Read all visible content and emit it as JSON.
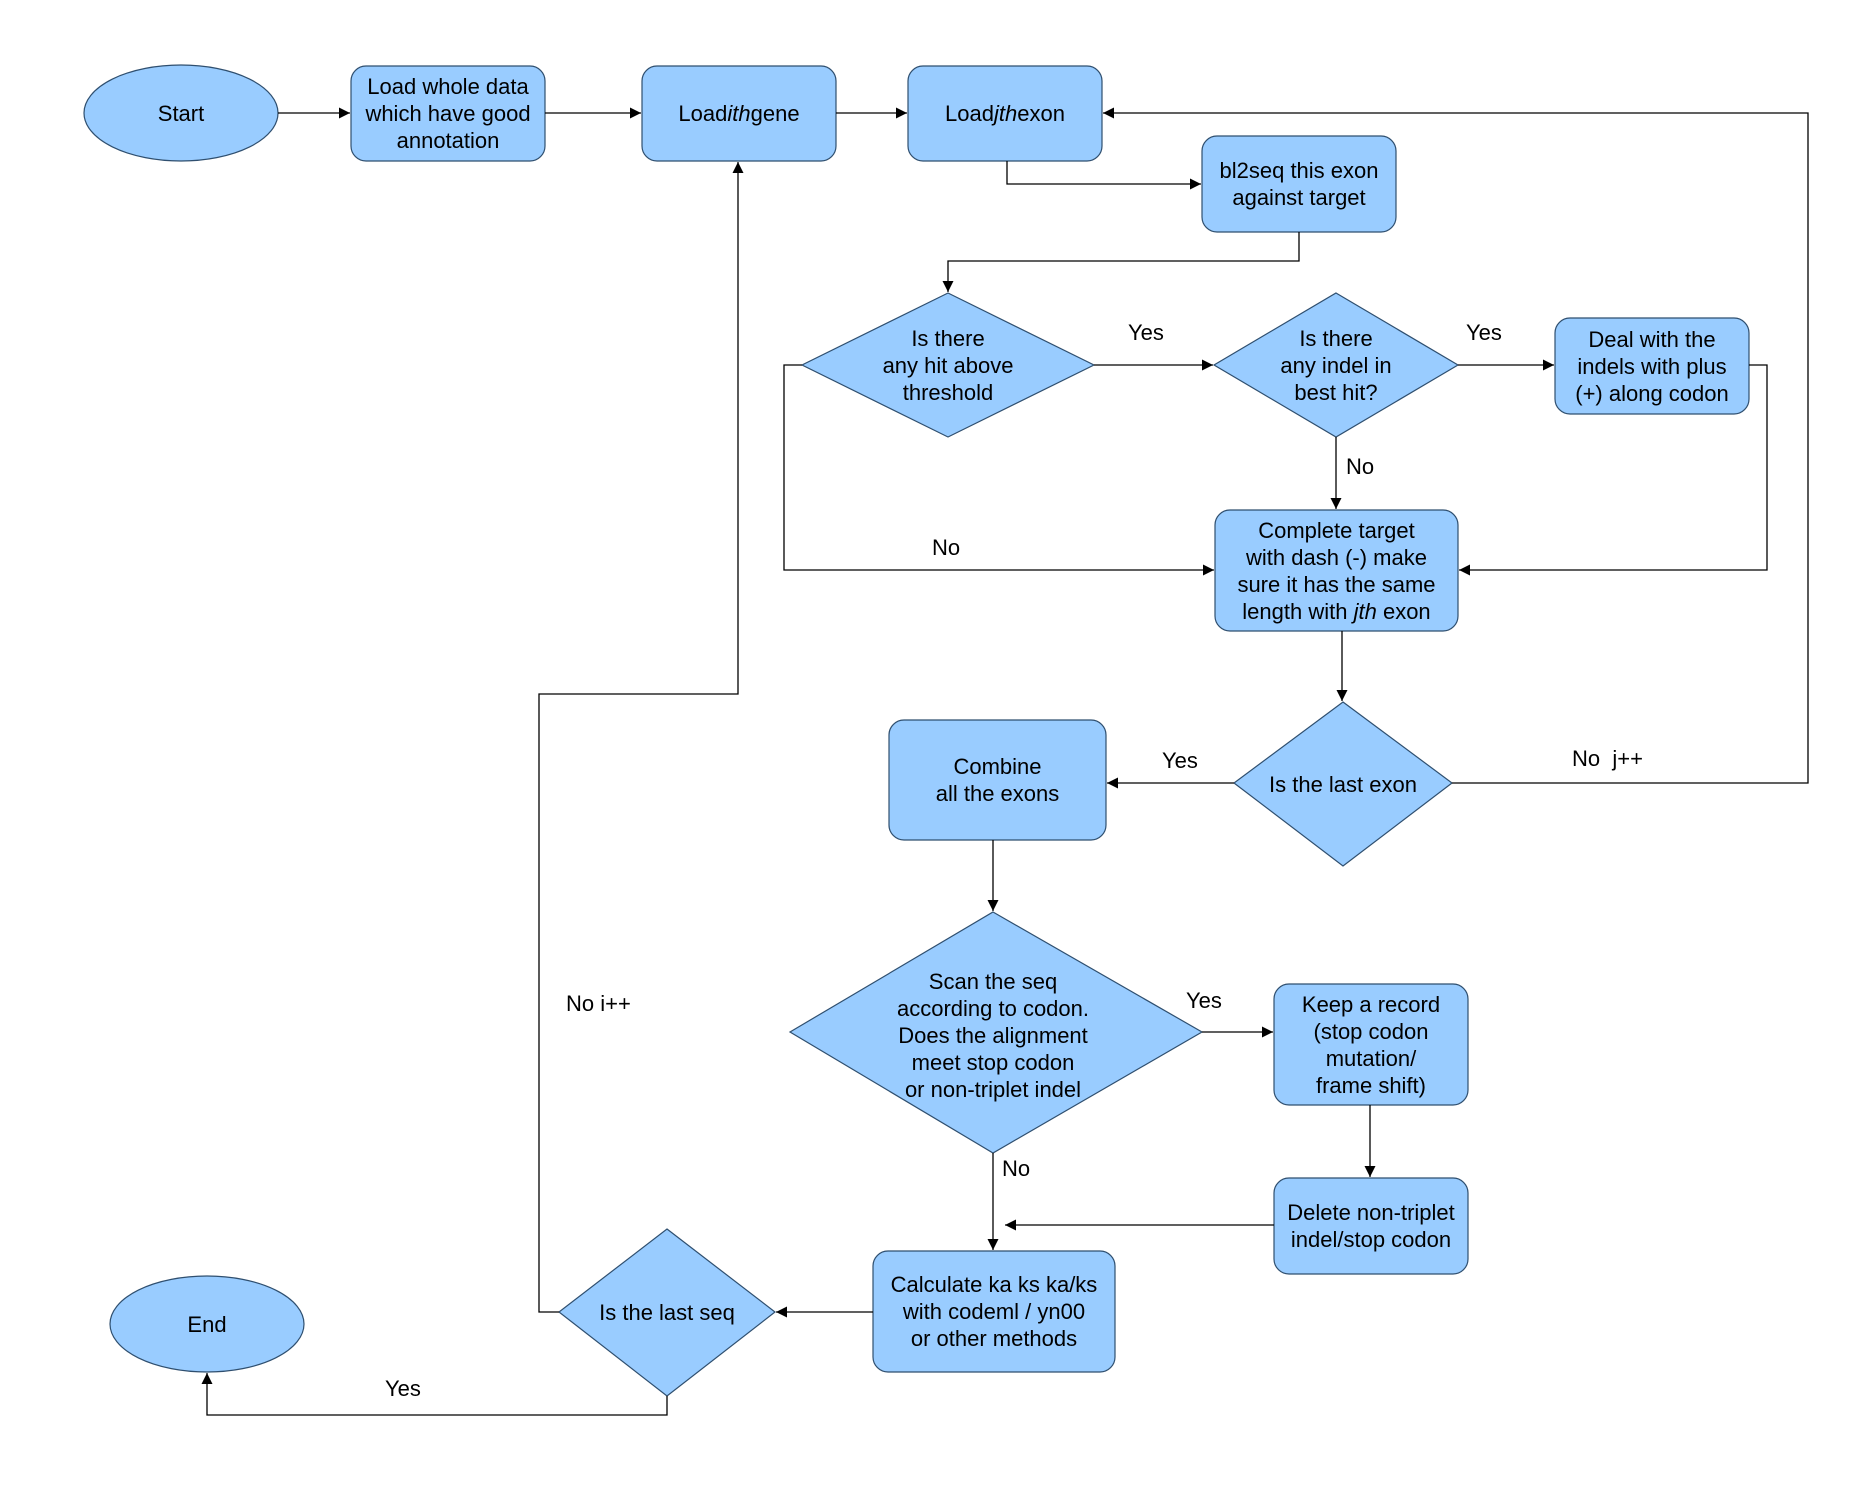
{
  "diagram": {
    "colors": {
      "node_fill": "#99ccff",
      "node_stroke": "#2f4f6f",
      "edge": "#000000",
      "background": "#ffffff"
    },
    "nodes": {
      "start": "Start",
      "load_data": "Load whole data\nwhich have good\nannotation",
      "load_gene_pre": "Load ",
      "load_gene_em": "ith",
      "load_gene_post": " gene",
      "load_exon_pre": "Load ",
      "load_exon_em": "jth",
      "load_exon_post": " exon",
      "bl2seq": "bl2seq this exon\nagainst target",
      "hit_threshold": "Is there\nany hit above\nthreshold",
      "indel_best_hit": "Is there\nany indel in\nbest hit?",
      "deal_indels": "Deal with the\nindels with plus\n(+) along codon",
      "complete_pre": "Complete target\nwith dash (-) make\nsure it has the same\nlength with ",
      "complete_em": "jth",
      "complete_post": " exon",
      "last_exon": "Is the last exon",
      "combine": "Combine\nall the exons",
      "scan_seq": "Scan the seq\naccording to codon.\nDoes the alignment\nmeet stop codon\nor non-triplet indel",
      "keep_record": "Keep a record\n(stop codon\nmutation/\nframe shift)",
      "delete_indel": "Delete non-triplet\nindel/stop codon",
      "calculate": "Calculate ka ks ka/ks\nwith codeml  /  yn00\nor other methods",
      "last_seq": "Is the last seq",
      "end": "End"
    },
    "edge_labels": {
      "hit_yes": "Yes",
      "indel_yes": "Yes",
      "indel_no": "No",
      "hit_no": "No",
      "last_exon_yes": "Yes",
      "last_exon_no": "No  j++",
      "scan_yes": "Yes",
      "scan_no": "No",
      "last_seq_no": "No i++",
      "last_seq_yes": "Yes"
    }
  }
}
